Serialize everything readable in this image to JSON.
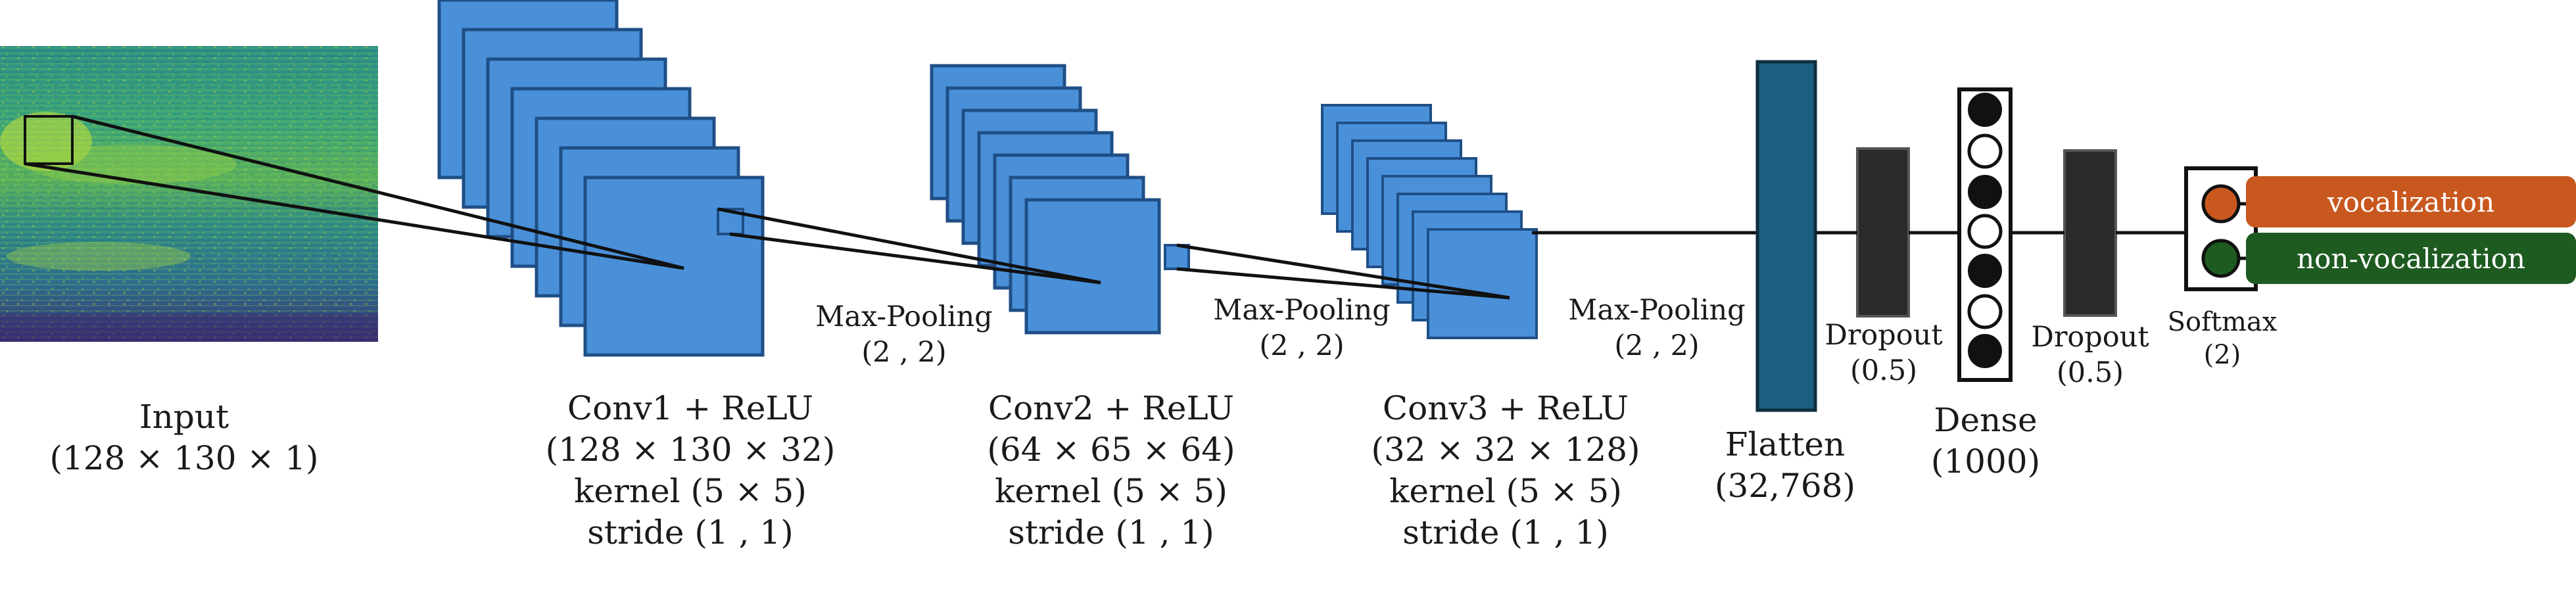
{
  "input": {
    "title": "Input",
    "shape": "(128 × 130 × 1)"
  },
  "conv1": {
    "title": "Conv1 + ReLU",
    "shape": "(128 × 130 × 32)",
    "kernel": "kernel (5 × 5)",
    "stride": "stride (1 , 1)"
  },
  "conv2": {
    "title": "Conv2 + ReLU",
    "shape": "(64 × 65 × 64)",
    "kernel": "kernel (5 × 5)",
    "stride": "stride (1 , 1)"
  },
  "conv3": {
    "title": "Conv3 + ReLU",
    "shape": "(32 × 32 × 128)",
    "kernel": "kernel (5 × 5)",
    "stride": "stride (1 , 1)"
  },
  "pool1": {
    "title": "Max-Pooling",
    "size": "(2 , 2)"
  },
  "pool2": {
    "title": "Max-Pooling",
    "size": "(2 , 2)"
  },
  "pool3": {
    "title": "Max-Pooling",
    "size": "(2 , 2)"
  },
  "flatten": {
    "title": "Flatten",
    "size": "(32,768)"
  },
  "dropout1": {
    "title": "Dropout",
    "rate": "(0.5)"
  },
  "dense": {
    "title": "Dense",
    "size": "(1000)"
  },
  "dropout2": {
    "title": "Dropout",
    "rate": "(0.5)"
  },
  "softmax": {
    "title": "Softmax",
    "size": "(2)"
  },
  "outputs": {
    "vocalization": "vocalization",
    "non_vocalization": "non-vocalization"
  },
  "colors": {
    "feature_map": "#4a90d9",
    "feature_map_edge": "#1f4f86",
    "flatten": "#1b5e80",
    "dropout": "#2b2b2b",
    "vocalization": "#c8581e",
    "non_vocalization": "#1e5b21"
  }
}
